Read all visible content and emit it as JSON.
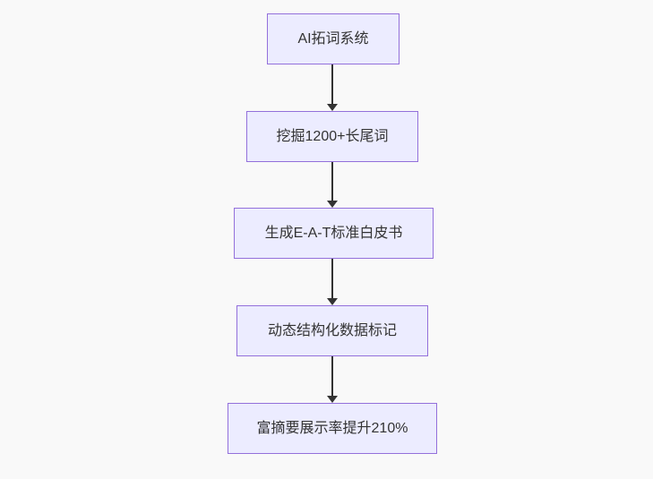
{
  "diagram": {
    "type": "flowchart",
    "direction": "top-down",
    "nodes": [
      {
        "id": "A",
        "label": "AI拓词系统"
      },
      {
        "id": "B",
        "label": "挖掘1200+长尾词"
      },
      {
        "id": "C",
        "label": "生成E-A-T标准白皮书"
      },
      {
        "id": "D",
        "label": "动态结构化数据标记"
      },
      {
        "id": "E",
        "label": "富摘要展示率提升210%"
      }
    ],
    "edges": [
      {
        "from": "AI拓词系统",
        "to": "挖掘1200+长尾词",
        "style": "arrow"
      },
      {
        "from": "挖掘1200+长尾词",
        "to": "生成E-A-T标准白皮书",
        "style": "arrow"
      },
      {
        "from": "生成E-A-T标准白皮书",
        "to": "动态结构化数据标记",
        "style": "arrow"
      },
      {
        "from": "动态结构化数据标记",
        "to": "富摘要展示率提升210%",
        "style": "arrow"
      }
    ]
  },
  "theme": {
    "canvas_bg": "#f9f9f9",
    "node_fill": "#ececff",
    "node_border": "#9370db",
    "node_text": "#333333",
    "edge_color": "#333333"
  }
}
